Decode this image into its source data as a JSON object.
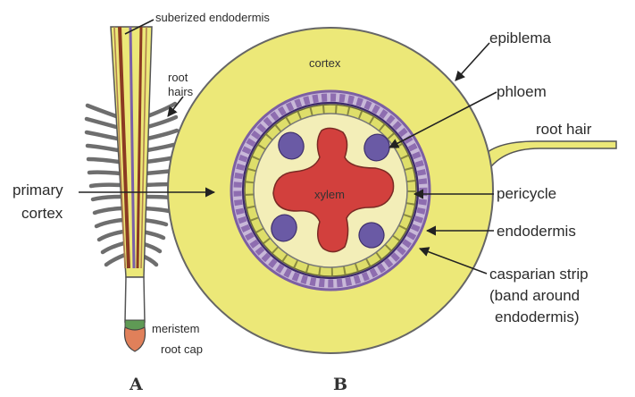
{
  "figure_labels": {
    "a": "A",
    "b": "B"
  },
  "root_labels": {
    "suberized_endodermis": "suberized endodermis",
    "root_hairs_line1": "root",
    "root_hairs_line2": "hairs",
    "primary_line1": "primary",
    "primary_line2": "cortex",
    "meristem": "meristem",
    "root_cap": "root cap"
  },
  "section_labels": {
    "cortex": "cortex",
    "xylem": "xylem",
    "epiblema": "epiblema",
    "phloem": "phloem",
    "root_hair": "root hair",
    "pericycle": "pericycle",
    "endodermis": "endodermis",
    "casparian_line1": "casparian strip",
    "casparian_line2": "(band around",
    "casparian_line3": "endodermis)"
  },
  "colors": {
    "cortex_yellow": "#ece878",
    "stele_cream": "#f3eeb8",
    "xylem_red": "#d2403d",
    "phloem_purple": "#6a5aa5",
    "endodermis_purple": "#8e6db0",
    "meristem_green": "#5f9a55",
    "root_cap_orange": "#e0805a"
  }
}
